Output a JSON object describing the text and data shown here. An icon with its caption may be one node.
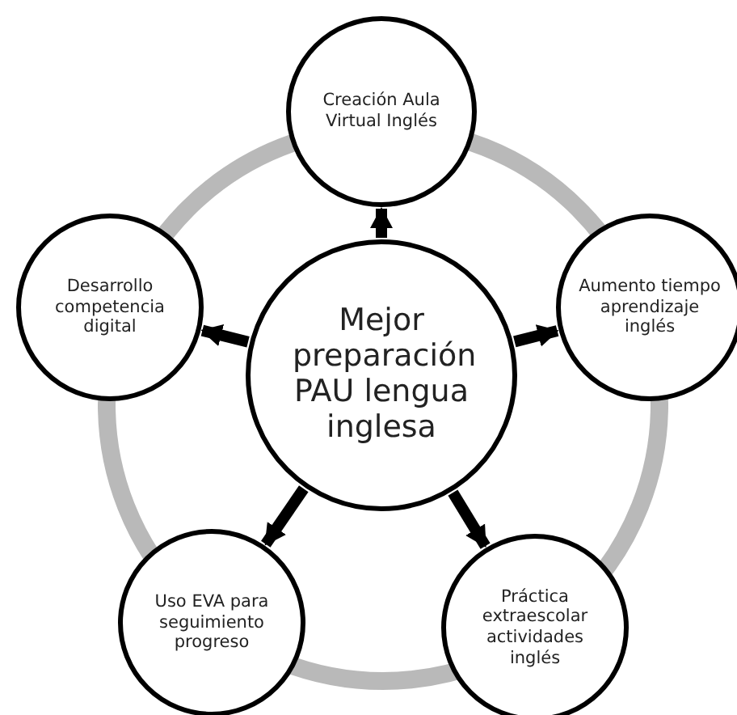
{
  "diagram": {
    "nodes": [
      {
        "text": [
          "Mejor preparación PAU lengua inglesa"
        ]
      },
      {
        "text": [
          "Creación Aula Virtual Inglés"
        ]
      },
      {
        "text": [
          "Aumento tiempo aprendizaje inglés"
        ]
      },
      {
        "text": [
          "Práctica extraescolar actividades inglés"
        ]
      },
      {
        "text": [
          "Uso EVA para seguimiento progreso"
        ]
      },
      {
        "text": [
          "Desarrollo competencia digital"
        ]
      }
    ],
    "edges": [
      {
        "from": 0,
        "to": 1,
        "arrow": "to"
      },
      {
        "from": 0,
        "to": 2,
        "arrow": "to"
      },
      {
        "from": 0,
        "to": 3,
        "arrow": "to"
      },
      {
        "from": 0,
        "to": 4,
        "arrow": "to"
      },
      {
        "from": 0,
        "to": 5,
        "arrow": "to"
      }
    ]
  }
}
